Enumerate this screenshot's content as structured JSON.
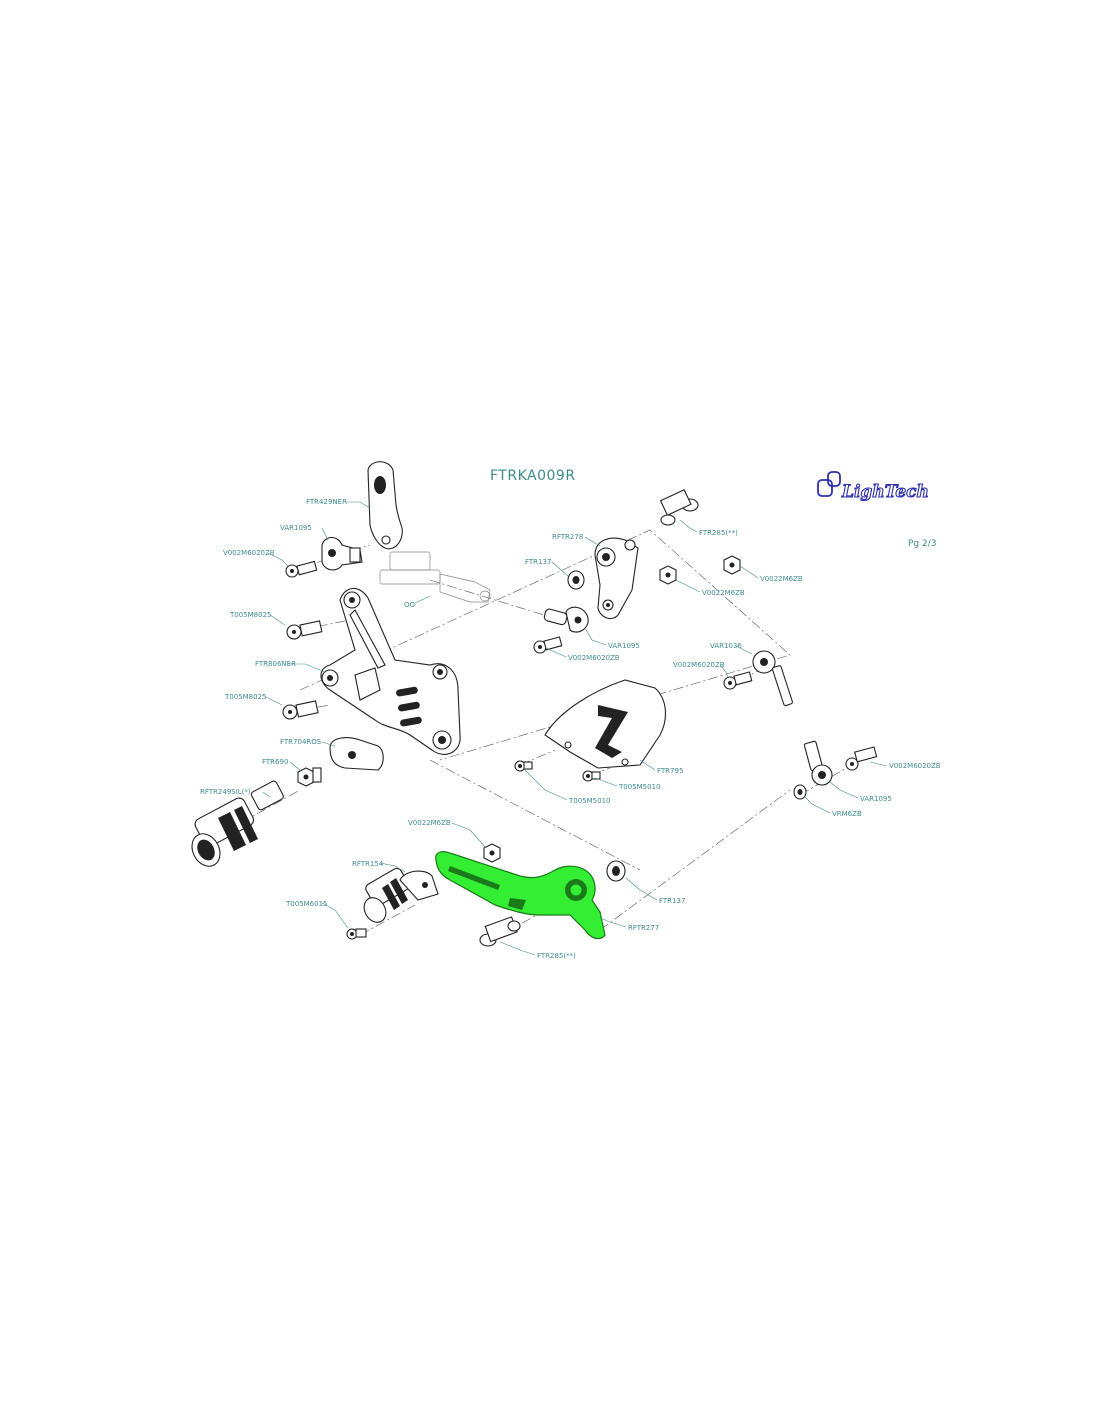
{
  "title": "FTRKA009R",
  "page_number": "Pg 2/3",
  "logo": {
    "text": "LighTech",
    "color": "#2d2fb0"
  },
  "highlight_color": "#33ee33",
  "parts": {
    "ftr429ner": "FTR429NER",
    "var1095_top": "VAR1095",
    "v002m6020zb_top": "V002M6020ZB",
    "t005m8025_top": "T005M8025",
    "ftr806ner": "FTR806NER",
    "t005m8025_mid": "T005M8025",
    "ftr704ros": "FTR704ROS",
    "ftr690": "FTR690",
    "rftr249sil": "RFTR249SIL(*)",
    "oo": "OO",
    "rftr278": "RFTR278",
    "ftr285_top": "FTR285(**)",
    "ftr137_top": "FTR137",
    "v0022m6zb_right": "V0022M6ZB",
    "v0022m6zb_mid": "V0022M6ZB",
    "var1095_mid": "VAR1095",
    "v002m6020zb_mid": "V002M6020ZB",
    "var1036": "VAR1036",
    "v002m6020zb_right": "V002M6020ZB",
    "ftr795": "FTR795",
    "t005m5010_a": "T005M5010",
    "t005m5010_b": "T005M5010",
    "v002m6020zb_far": "V002M6020ZB",
    "var1095_right": "VAR1095",
    "vrm6zb": "VRM6ZB",
    "v0022m6zb_low": "V0022M6ZB",
    "rftr154": "RFTR154",
    "t005m6015": "T005M6015",
    "ftr137_low": "FTR137",
    "rftr277": "RFTR277",
    "ftr285_low": "FTR285(**)"
  }
}
